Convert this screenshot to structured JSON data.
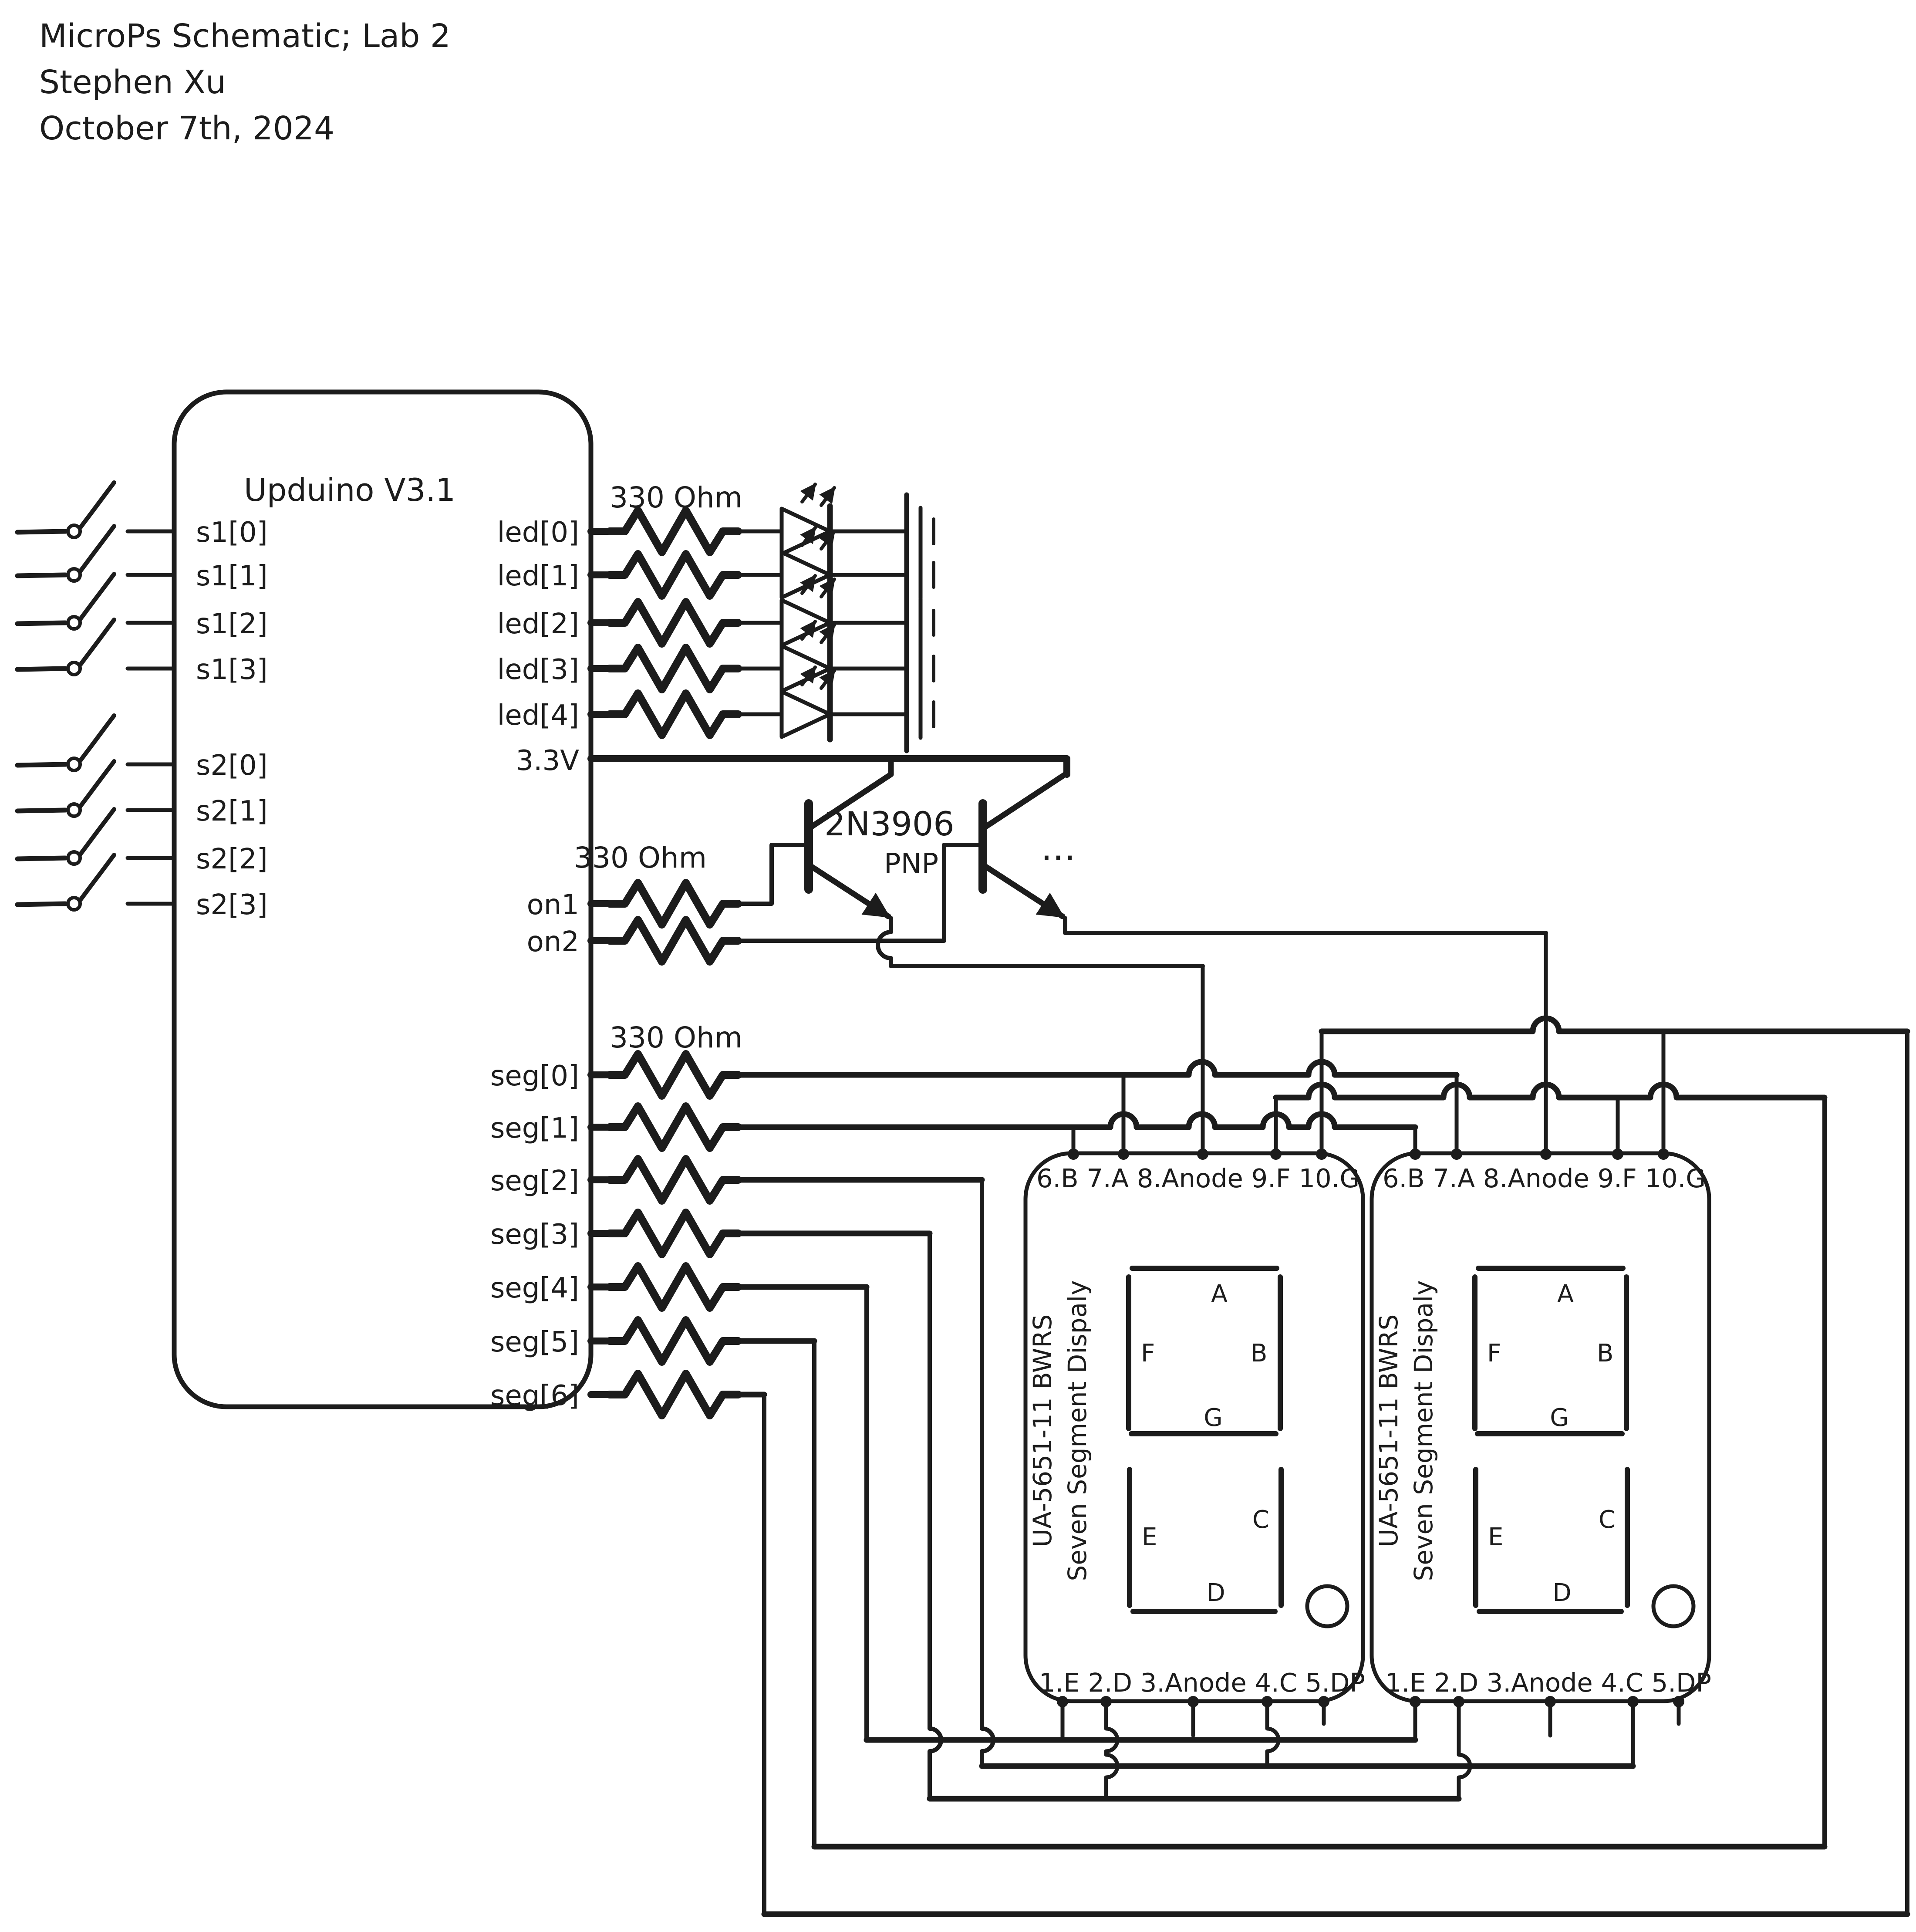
{
  "title": {
    "line1": "MicroPs Schematic; Lab 2",
    "line2": "Stephen Xu",
    "line3": "October 7th, 2024"
  },
  "upduino": {
    "name": "Upduino V3.1",
    "left_pins": [
      "s1[0]",
      "s1[1]",
      "s1[2]",
      "s1[3]",
      "s2[0]",
      "s2[1]",
      "s2[2]",
      "s2[3]"
    ],
    "led_pins": [
      "led[0]",
      "led[1]",
      "led[2]",
      "led[3]",
      "led[4]"
    ],
    "power_pin": "3.3V",
    "on_pins": [
      "on1",
      "on2"
    ],
    "seg_pins": [
      "seg[0]",
      "seg[1]",
      "seg[2]",
      "seg[3]",
      "seg[4]",
      "seg[5]",
      "seg[6]"
    ]
  },
  "resistor_label": "330 Ohm",
  "transistor": {
    "part": "2N3906",
    "type": "PNP",
    "more": "..."
  },
  "displays": [
    {
      "part": "UA-5651-11 BWRS",
      "subtitle": "Seven Segment Dispaly",
      "top_pins": "6.B 7.A 8.Anode 9.F 10.G",
      "bottom_pins": "1.E 2.D 3.Anode 4.C 5.DP",
      "segments": {
        "a": "A",
        "b": "B",
        "c": "C",
        "d": "D",
        "e": "E",
        "f": "F",
        "g": "G"
      }
    },
    {
      "part": "UA-5651-11 BWRS",
      "subtitle": "Seven Segment Dispaly",
      "top_pins": "6.B 7.A 8.Anode 9.F 10.G",
      "bottom_pins": "1.E 2.D 3.Anode 4.C 5.DP",
      "segments": {
        "a": "A",
        "b": "B",
        "c": "C",
        "d": "D",
        "e": "E",
        "f": "F",
        "g": "G"
      }
    }
  ],
  "colors": {
    "ink": "#1c1c1c",
    "background": "#ffffff"
  }
}
